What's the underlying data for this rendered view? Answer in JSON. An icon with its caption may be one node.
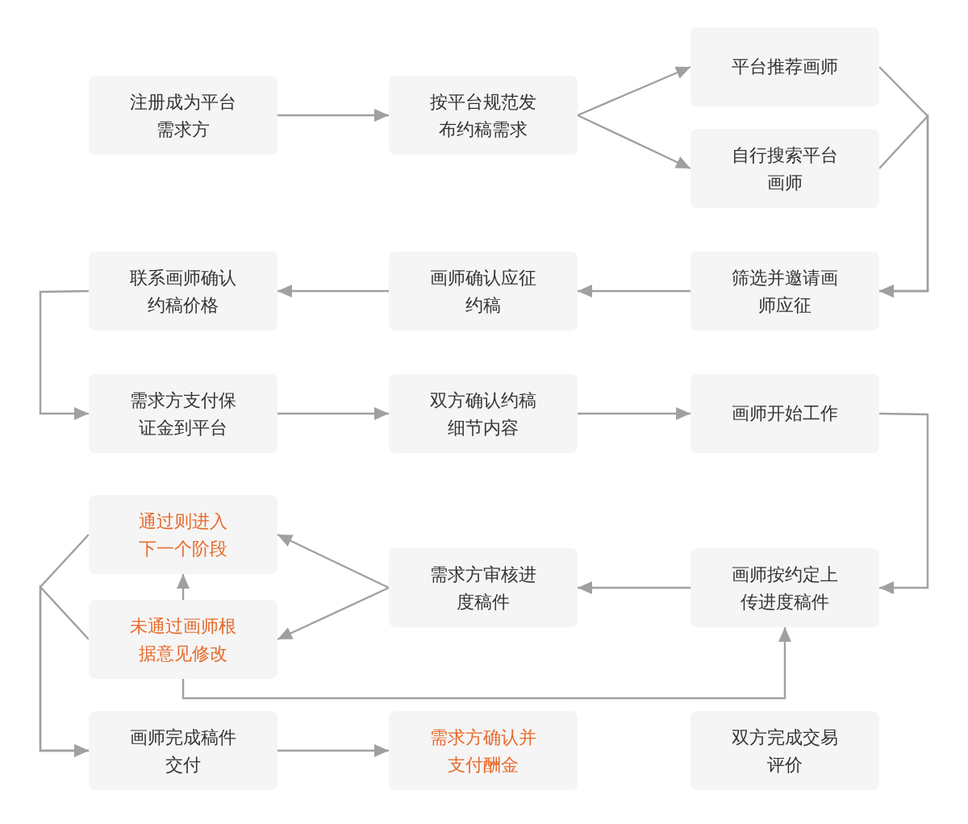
{
  "diagram": {
    "nodes": [
      {
        "text": [
          "注册成为平台需求方"
        ]
      },
      {
        "text": [
          "按平台规范发布约稿需求"
        ]
      },
      {
        "text": [
          "平台推荐画师"
        ]
      },
      {
        "text": [
          "自行搜索平台画师"
        ]
      },
      {
        "text": [
          "筛选并邀请画师应征"
        ]
      },
      {
        "text": [
          "画师确认应征约稿"
        ]
      },
      {
        "text": [
          "联系画师确认约稿价格"
        ]
      },
      {
        "text": [
          "需求方支付保证金到平台"
        ]
      },
      {
        "text": [
          "双方确认约稿细节内容"
        ]
      },
      {
        "text": [
          "画师开始工作"
        ]
      },
      {
        "text": [
          "画师按约定上传进度稿件"
        ]
      },
      {
        "text": [
          "需求方审核进度稿件"
        ]
      },
      {
        "text": [
          "通过则进入下一个阶段"
        ]
      },
      {
        "text": [
          "未通过画师根据意见修改"
        ]
      },
      {
        "text": [
          "画师完成稿件交付"
        ]
      },
      {
        "text": [
          "需求方确认并支付酬金"
        ]
      },
      {
        "text": [
          "双方完成交易评价"
        ]
      }
    ],
    "edges": [
      {
        "from": 0,
        "to": 1,
        "arrow": "to"
      },
      {
        "from": 1,
        "to": 2,
        "arrow": "to"
      },
      {
        "from": 1,
        "to": 3,
        "arrow": "to"
      },
      {
        "from": 2,
        "to": 4,
        "arrow": "to"
      },
      {
        "from": 3,
        "to": 4,
        "arrow": "to"
      },
      {
        "from": 4,
        "to": 5,
        "arrow": "to"
      },
      {
        "from": 5,
        "to": 6,
        "arrow": "to"
      },
      {
        "from": 6,
        "to": 7,
        "arrow": "to"
      },
      {
        "from": 7,
        "to": 8,
        "arrow": "to"
      },
      {
        "from": 8,
        "to": 9,
        "arrow": "to"
      },
      {
        "from": 9,
        "to": 10,
        "arrow": "to"
      },
      {
        "from": 10,
        "to": 11,
        "arrow": "to"
      },
      {
        "from": 11,
        "to": 12,
        "arrow": "to"
      },
      {
        "from": 11,
        "to": 13,
        "arrow": "to"
      },
      {
        "from": 13,
        "to": 12,
        "arrow": "to"
      },
      {
        "from": 13,
        "to": 10,
        "arrow": "to"
      },
      {
        "from": 12,
        "to": 14,
        "arrow": "to"
      },
      {
        "from": 13,
        "to": 14,
        "arrow": "to"
      },
      {
        "from": 14,
        "to": 15,
        "arrow": "to"
      }
    ]
  }
}
